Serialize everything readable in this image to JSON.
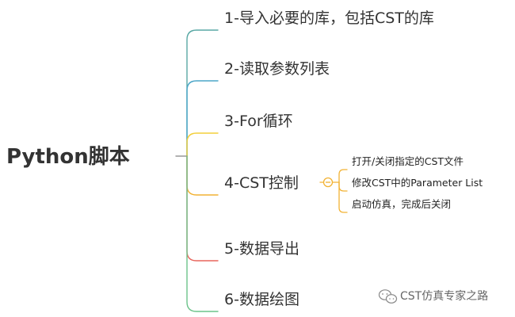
{
  "root": {
    "label": "Python脚本"
  },
  "branches": [
    {
      "label": "1-导入必要的库，包括CST的库",
      "color": "#5aa9a5"
    },
    {
      "label": "2-读取参数列表",
      "color": "#4ba6c8"
    },
    {
      "label": "3-For循环",
      "color": "#f3cf3b"
    },
    {
      "label": "4-CST控制",
      "color": "#f2b233"
    },
    {
      "label": "5-数据导出",
      "color": "#e8655d"
    },
    {
      "label": "6-数据绘图",
      "color": "#6cc38a"
    }
  ],
  "sub_branches": {
    "parent": "4-CST控制",
    "color": "#f2b233",
    "items": [
      {
        "label": "打开/关闭指定的CST文件"
      },
      {
        "label": "修改CST中的Parameter List"
      },
      {
        "label": "启动仿真，完成后关闭"
      }
    ]
  },
  "watermark": {
    "icon": "wechat-icon",
    "label": "CST仿真专家之路"
  },
  "colors": {
    "root_line": "#999999",
    "text": "#333333"
  }
}
